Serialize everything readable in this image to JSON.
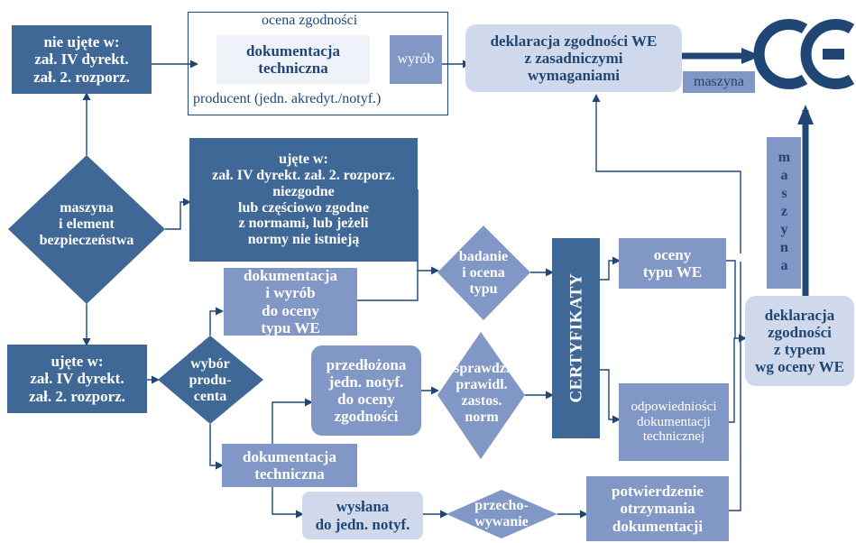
{
  "colors": {
    "dark": "#3f6896",
    "mid": "#8197c6",
    "light": "#cfd9eb",
    "line": "#1f4675"
  },
  "boxes": {
    "not_included": "nie ujęte  w:\nzał. IV dyrekt.\nzał. 2. rozporz.",
    "conformity_title": "ocena zgodności",
    "tech_doc_top": "dokumentacja\ntechniczna",
    "product": "wyrób",
    "producer": "producent (jedn. akredyt./notyf.)",
    "ec_declaration": "deklaracja zgodności WE\nz zasadniczymi\nwymaganiami",
    "machine_h": "maszyna",
    "ce_mark": "CE",
    "included_nonconforming": "ujęte  w:\nzał. IV dyrekt. zał. 2. rozporz.\nniezgodne\nlub częściowo zgodne\nz normami, lub jeżeli\nnormy nie istnieją",
    "machine_safety": "maszyna\ni element\nbezpieczeństwa",
    "docs_product": "dokumentacja\ni wyrób\ndo oceny\ntypu WE",
    "exam_type": "badanie\ni ocena\ntypu",
    "certificates": "CERTYFIKATY",
    "type_assessment": "oceny\ntypu WE",
    "machine_v": "maszyna",
    "type_declaration": "deklaracja\nzgodności\nz typem\nwg oceny WE",
    "included": "ujęte w:\nzał. IV dyrekt.\nzał. 2. rozporz.",
    "producer_choice": "wybór\nprodu-\ncenta",
    "submitted": "przedłożona\njedn. notyf.\ndo oceny\nzgodności",
    "check_norms": "sprawdz.\nprawidl.\nzastos.\nnorm",
    "doc_adequacy": "odpowiedniości\ndokumentacji\ntechnicznej",
    "tech_doc": "dokumentacja\ntechniczna",
    "sent": "wysłana\ndo jedn. notyf.",
    "storage": "przecho-\nwywanie",
    "receipt": "potwierdzenie\notrzymania\ndokumentacji"
  }
}
